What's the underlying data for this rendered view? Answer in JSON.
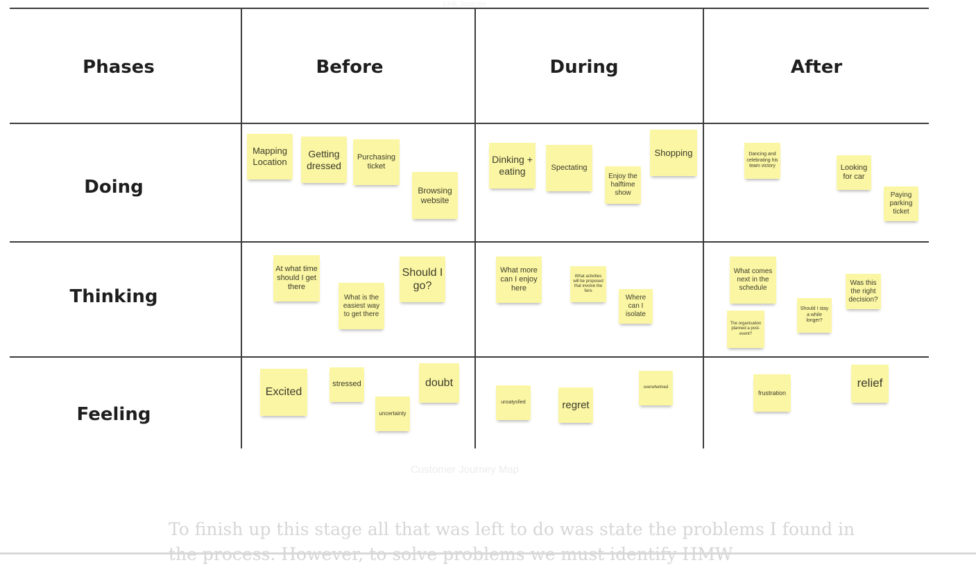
{
  "diagram": {
    "header_faint": "Link Journey",
    "columns": {
      "phases": "Phases",
      "before": "Before",
      "during": "During",
      "after": "After"
    },
    "rows": {
      "doing": "Doing",
      "thinking": "Thinking",
      "feeling": "Feeling"
    },
    "notes": {
      "doing_before": [
        "Mapping Location",
        "Getting dressed",
        "Purchasing ticket",
        "Browsing website"
      ],
      "doing_during": [
        "Dinking + eating",
        "Spectating",
        "Enjoy the halftime show",
        "Shopping"
      ],
      "doing_after": [
        "Dancing and celebrating his team victory",
        "Looking for car",
        "Paying parking ticket"
      ],
      "thinking_before": [
        "At what time should I get there",
        "What is the easiest way to get there",
        "Should I go?"
      ],
      "thinking_during": [
        "What more can I enjoy here",
        "What activities will be proposed that involve the fans",
        "Where can I isolate"
      ],
      "thinking_after": [
        "What comes next in the schedule",
        "The organisation planned a post-event?",
        "Should I stay a while longer?",
        "Was this the right decision?"
      ],
      "feeling_before": [
        "Excited",
        "stressed",
        "uncertainty",
        "doubt"
      ],
      "feeling_during": [
        "unsatysfied",
        "regret",
        "overwhelmed"
      ],
      "feeling_after": [
        "frustration",
        "relief"
      ]
    },
    "caption": "Customer Journey Map"
  },
  "article": {
    "line1": "To finish up this stage all that was left to do was state the problems I found in",
    "line2": "the process. However, to solve problems we must identify HMW"
  },
  "colors": {
    "sticky_note": "#fbf6a4",
    "grid_line": "#3a3a3a",
    "header_text": "#1e1e1e"
  }
}
